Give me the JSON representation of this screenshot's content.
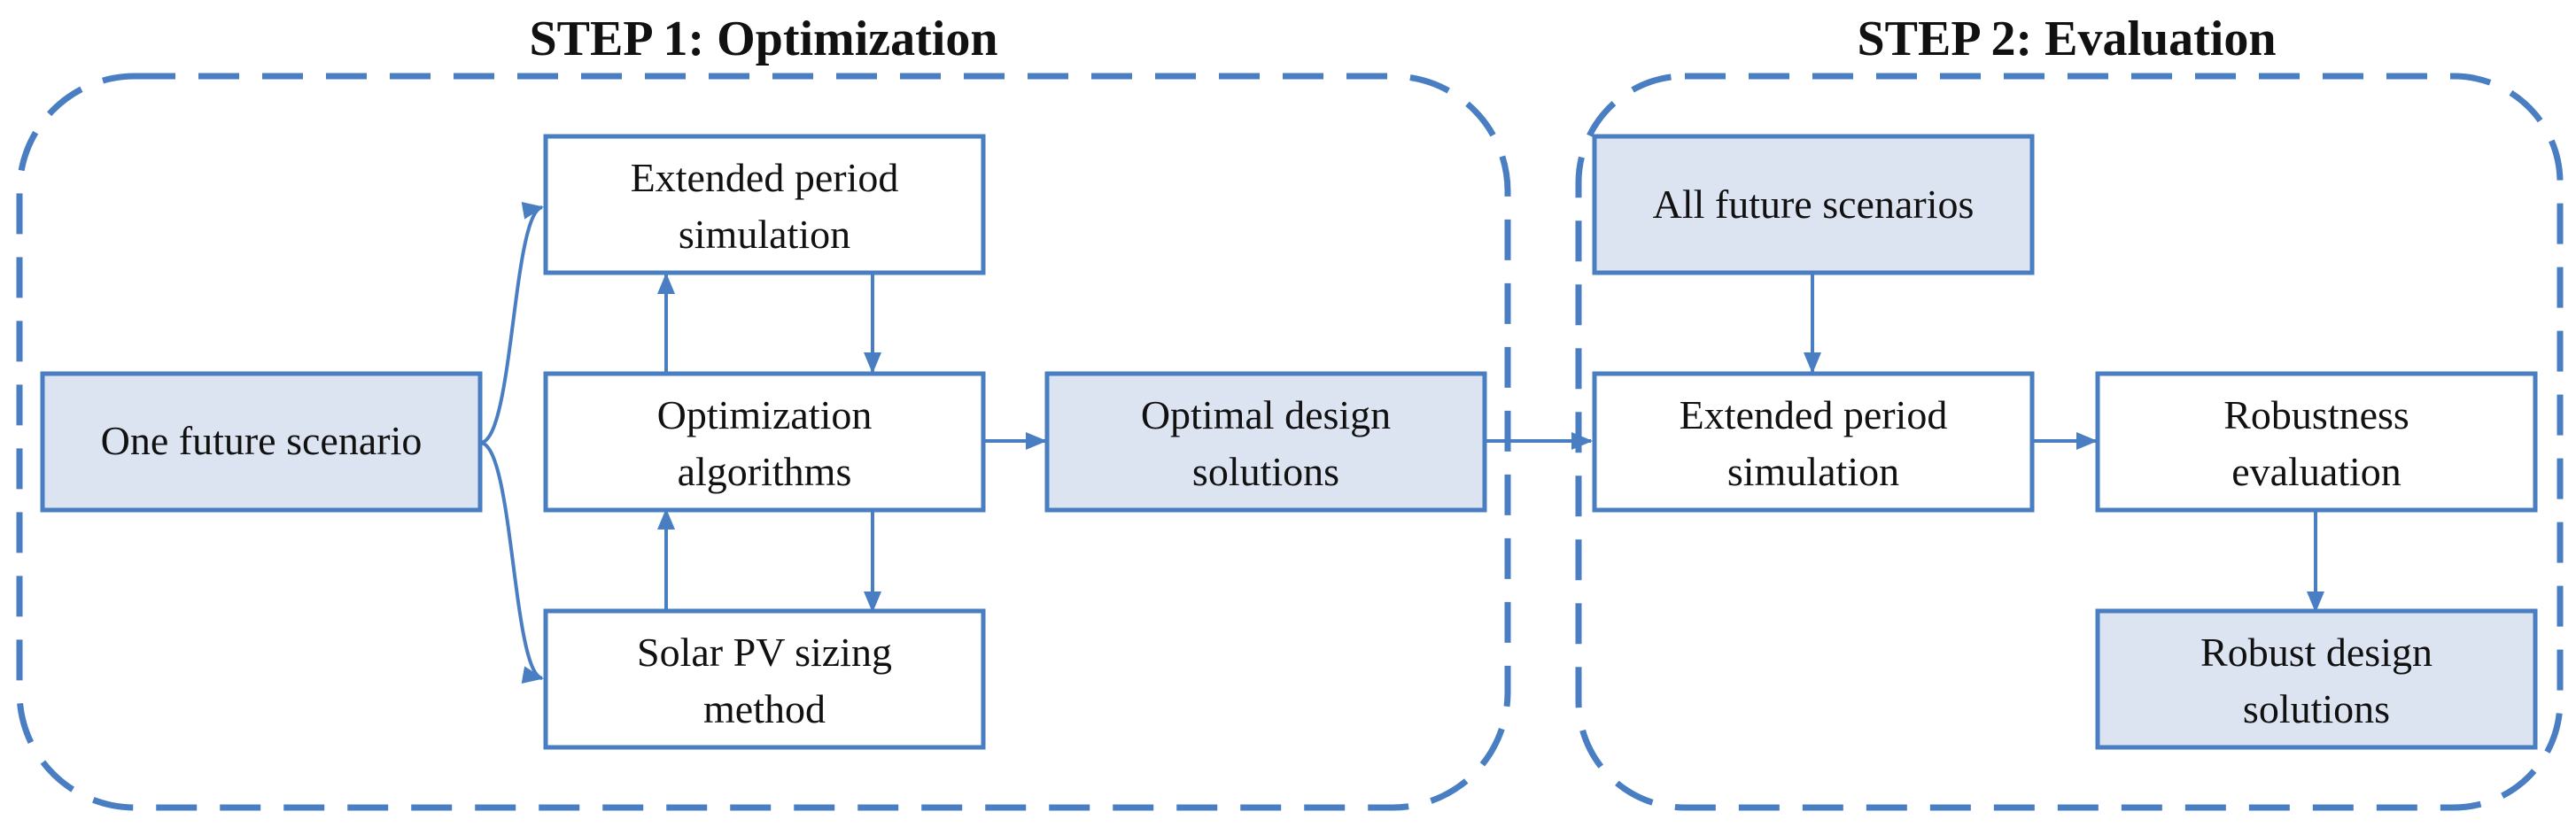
{
  "steps": [
    {
      "id": "step1",
      "title": "STEP 1: Optimization"
    },
    {
      "id": "step2",
      "title": "STEP 2: Evaluation"
    }
  ],
  "nodes": [
    {
      "id": "one-future",
      "lines": [
        "One future scenario"
      ],
      "shaded": true
    },
    {
      "id": "eps-1",
      "lines": [
        "Extended period",
        "simulation"
      ],
      "shaded": false
    },
    {
      "id": "opt-alg",
      "lines": [
        "Optimization",
        "algorithms"
      ],
      "shaded": false
    },
    {
      "id": "solar-pv",
      "lines": [
        "Solar PV sizing",
        "method"
      ],
      "shaded": false
    },
    {
      "id": "optimal",
      "lines": [
        "Optimal design",
        "solutions"
      ],
      "shaded": true
    },
    {
      "id": "all-future",
      "lines": [
        "All future scenarios"
      ],
      "shaded": true
    },
    {
      "id": "eps-2",
      "lines": [
        "Extended period",
        "simulation"
      ],
      "shaded": false
    },
    {
      "id": "robustness",
      "lines": [
        "Robustness",
        "evaluation"
      ],
      "shaded": false
    },
    {
      "id": "robust",
      "lines": [
        "Robust design",
        "solutions"
      ],
      "shaded": true
    }
  ],
  "colors": {
    "stroke": "#4a7ec2",
    "fill_shaded": "#dde4f1",
    "fill_plain": "#ffffff",
    "text": "#111111"
  }
}
